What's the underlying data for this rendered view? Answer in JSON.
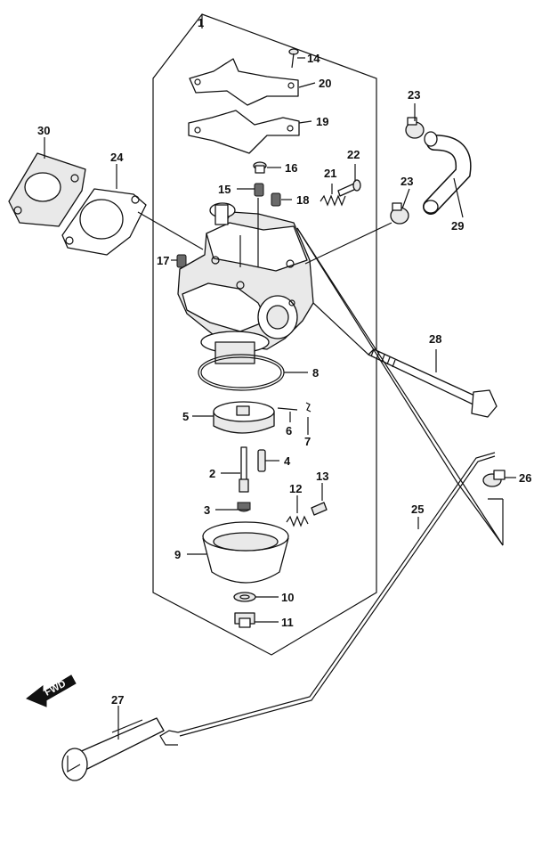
{
  "callouts": {
    "p1": "1",
    "p2": "2",
    "p3": "3",
    "p4": "4",
    "p5": "5",
    "p6": "6",
    "p7": "7",
    "p8": "8",
    "p9": "9",
    "p10": "10",
    "p11": "11",
    "p12": "12",
    "p13": "13",
    "p14": "14",
    "p15": "15",
    "p16": "16",
    "p17": "17",
    "p18": "18",
    "p19": "19",
    "p20": "20",
    "p21": "21",
    "p22": "22",
    "p23a": "23",
    "p23b": "23",
    "p24": "24",
    "p25": "25",
    "p26": "26",
    "p27": "27",
    "p28": "28",
    "p29": "29",
    "p30": "30"
  },
  "direction_arrow": {
    "label": "FWD"
  }
}
